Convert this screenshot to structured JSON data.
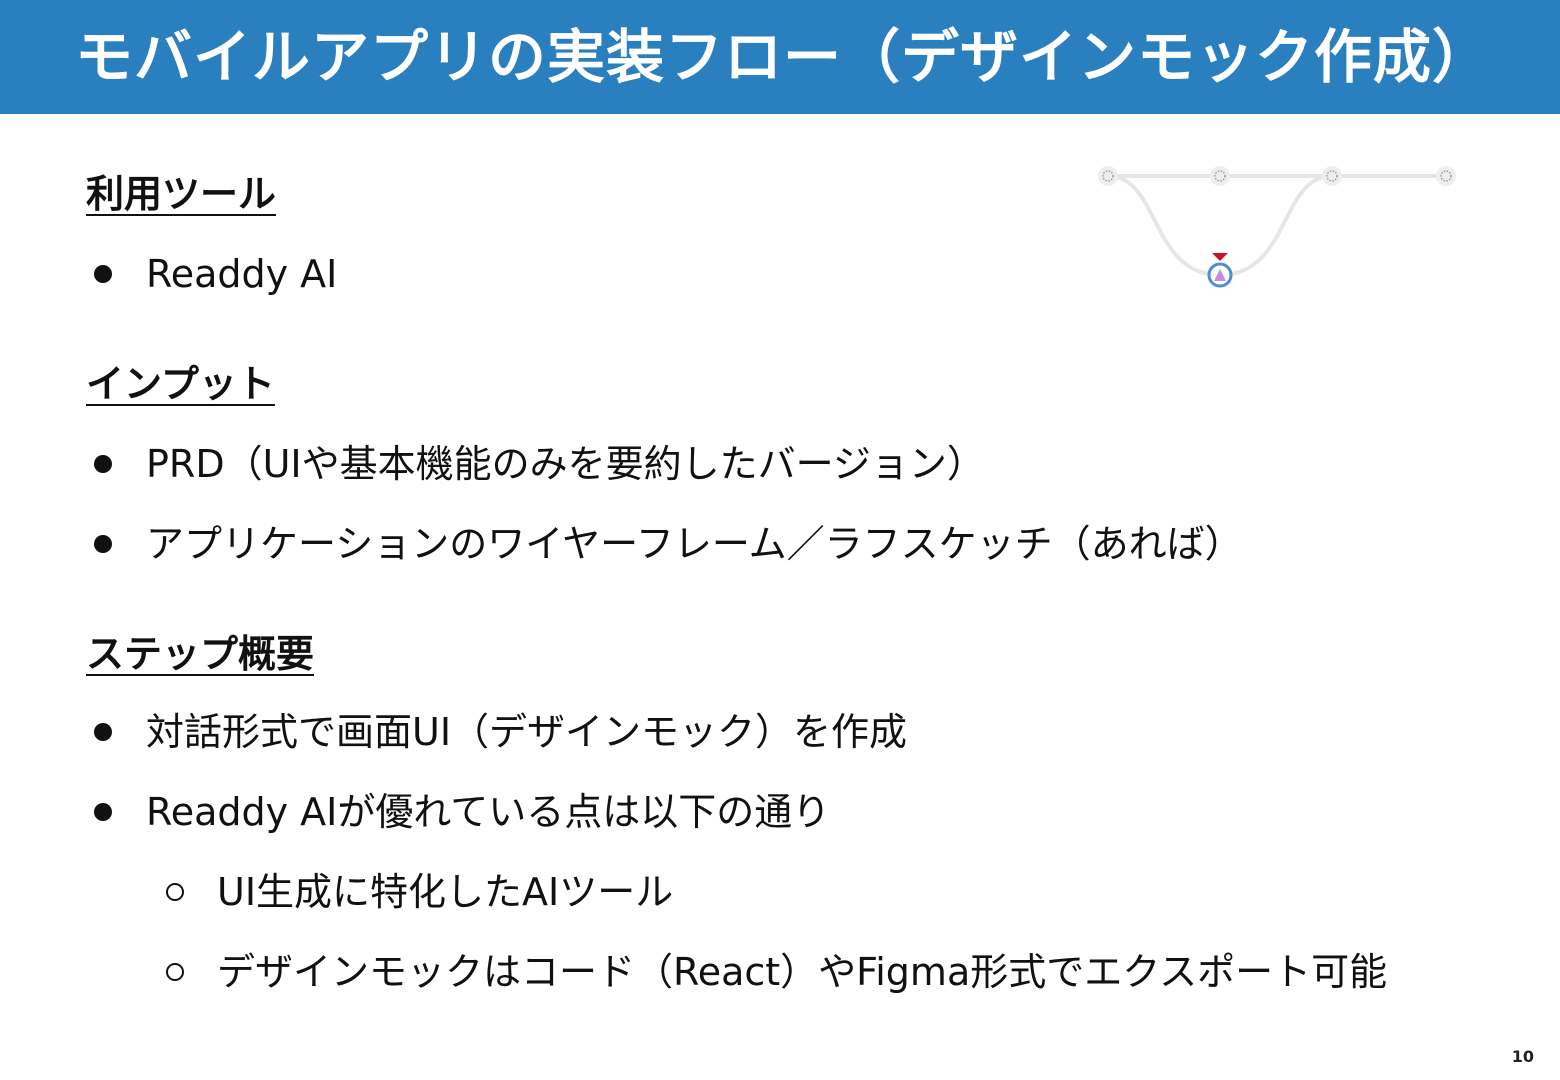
{
  "slide": {
    "title": "モバイルアプリの実装フロー（デザインモック作成）",
    "page_number": "10"
  },
  "sections": {
    "tools": {
      "heading": "利用ツール",
      "bullets": [
        "Readdy AI"
      ]
    },
    "input": {
      "heading": "インプット",
      "bullets": [
        "PRD（UIや基本機能のみを要約したバージョン）",
        "アプリケーションのワイヤーフレーム／ラフスケッチ（あれば）"
      ]
    },
    "steps": {
      "heading": "ステップ概要",
      "bullets": [
        "対話形式で画面UI（デザインモック）を作成",
        "Readdy AIが優れている点は以下の通り"
      ],
      "sub_bullets": [
        "UI生成に特化したAIツール",
        "デザインモックはコード（React）やFigma形式でエクスポート可能"
      ]
    }
  },
  "colors": {
    "title_bar": "#2a7fbf",
    "flow_line": "#e6e6e6",
    "active_marker": "#cc1122",
    "active_node": "#4a8fd6"
  },
  "icons": [
    "flow-node-icon",
    "current-step-marker-icon"
  ]
}
